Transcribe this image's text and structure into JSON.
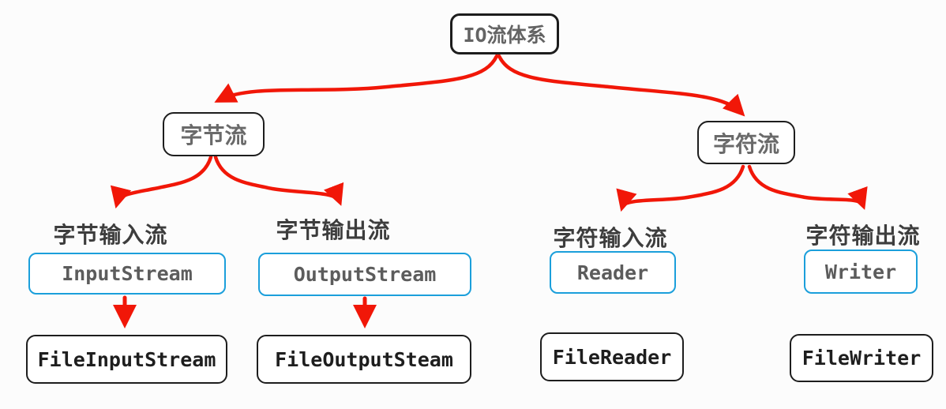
{
  "diagram": {
    "title": "IO流体系",
    "branches": {
      "byte": "字节流",
      "char": "字符流"
    },
    "groups": [
      {
        "caption": "字节输入流",
        "class_name": "InputStream",
        "impl_name": "FileInputStream",
        "has_impl_arrow": true
      },
      {
        "caption": "字节输出流",
        "class_name": "OutputStream",
        "impl_name": "FileOutputSteam",
        "has_impl_arrow": true
      },
      {
        "caption": "字符输入流",
        "class_name": "Reader",
        "impl_name": "FileReader",
        "has_impl_arrow": false
      },
      {
        "caption": "字符输出流",
        "class_name": "Writer",
        "impl_name": "FileWriter",
        "has_impl_arrow": false
      }
    ]
  },
  "colors": {
    "arrow_red": "#f11708",
    "blue_border": "#1b9fdb",
    "black_border": "#1d1d1d",
    "bg": "#fcfcfc"
  }
}
